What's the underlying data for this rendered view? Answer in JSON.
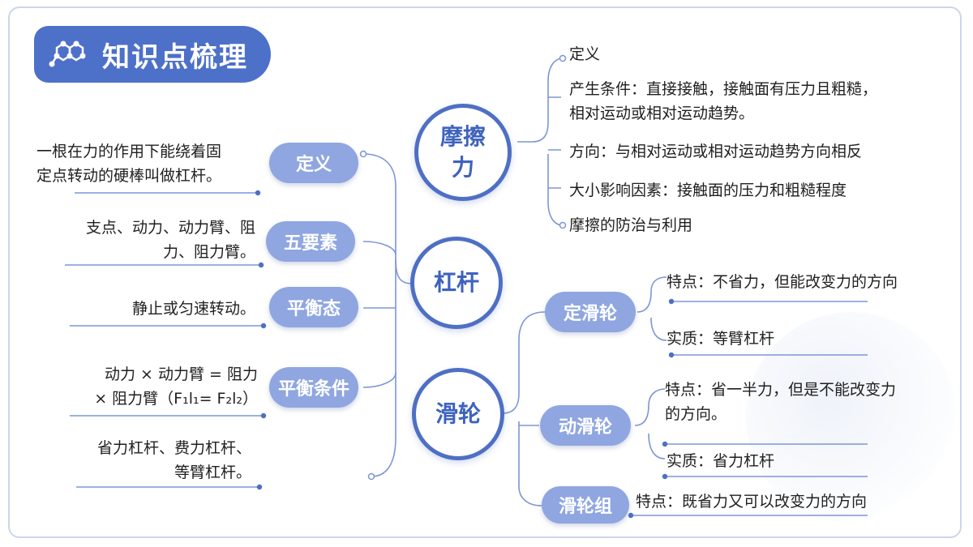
{
  "title": "知识点梳理",
  "icons": {
    "title": "molecule-icon"
  },
  "colors": {
    "primary": "#4e6fc4",
    "pill": "#8fa6e0",
    "line": "#7d95d6"
  },
  "lever": {
    "label": "杠杆",
    "branches": [
      {
        "tag": "定义",
        "desc": [
          "一根在力的作用下能绕着固",
          "定点转动的硬棒叫做杠杆。"
        ]
      },
      {
        "tag": "五要素",
        "desc": [
          "支点、动力、动力臂、阻",
          "力、阻力臂。"
        ]
      },
      {
        "tag": "平衡态",
        "desc": [
          "静止或匀速转动。"
        ]
      },
      {
        "tag": "平衡条件",
        "desc": [
          "动力 × 动力臂 = 阻力",
          "× 阻力臂（F₁l₁= F₂l₂）"
        ]
      },
      {
        "tag": "",
        "desc": [
          "省力杠杆、费力杠杆、",
          "等臂杠杆。"
        ]
      }
    ]
  },
  "friction": {
    "label": "摩擦力",
    "items": [
      "定义",
      "产生条件：直接接触，接触面有压力且粗糙，",
      "相对运动或相对运动趋势。",
      "方向：与相对运动或相对运动趋势方向相反",
      "大小影响因素：接触面的压力和粗糙程度",
      "摩擦的防治与利用"
    ]
  },
  "pulley": {
    "label": "滑轮",
    "fixed": {
      "tag": "定滑轮",
      "items": [
        "特点：不省力，但能改变力的方向",
        "实质：等臂杠杆"
      ]
    },
    "movable": {
      "tag": "动滑轮",
      "items": [
        "特点：省一半力，但是不能改变力",
        "的方向。",
        "实质：省力杠杆"
      ]
    },
    "block": {
      "tag": "滑轮组",
      "items": [
        "特点：既省力又可以改变力的方向"
      ]
    }
  }
}
